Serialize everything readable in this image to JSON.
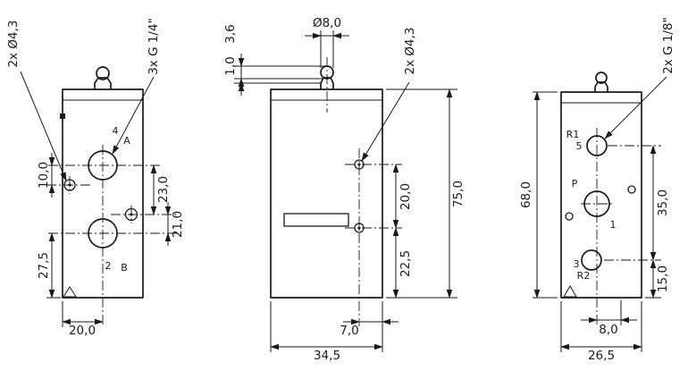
{
  "drawing": {
    "background": "#ffffff",
    "ink": "#1a1a1a",
    "views": {
      "front_g14": {
        "callout_holes": "2x Ø4,3",
        "callout_ports": "3x G 1/4\"",
        "labels": {
          "l4": "4",
          "lA": "A",
          "l2": "2",
          "lB": "B"
        },
        "dims": {
          "d10": "10,0",
          "d27_5": "27,5",
          "d23": "23,0",
          "d21": "21,0",
          "d20": "20,0"
        }
      },
      "side": {
        "callout_holes": "2x Ø4,3",
        "dims": {
          "d3_6": "3,6",
          "d8dia": "Ø8,0",
          "d1": "1,0",
          "d20": "20,0",
          "d22_5": "22,5",
          "d75": "75,0",
          "d7": "7,0",
          "d34_5": "34,5"
        }
      },
      "front_g18": {
        "callout_ports": "2x G 1/8\"",
        "labels": {
          "lR1": "R1",
          "l5": "5",
          "lP": "P",
          "l1": "1",
          "l3": "3",
          "lR2": "R2"
        },
        "dims": {
          "d68": "68,0",
          "d35": "35,0",
          "d15": "15,0",
          "d8": "8,0",
          "d26_5": "26,5"
        }
      }
    }
  }
}
